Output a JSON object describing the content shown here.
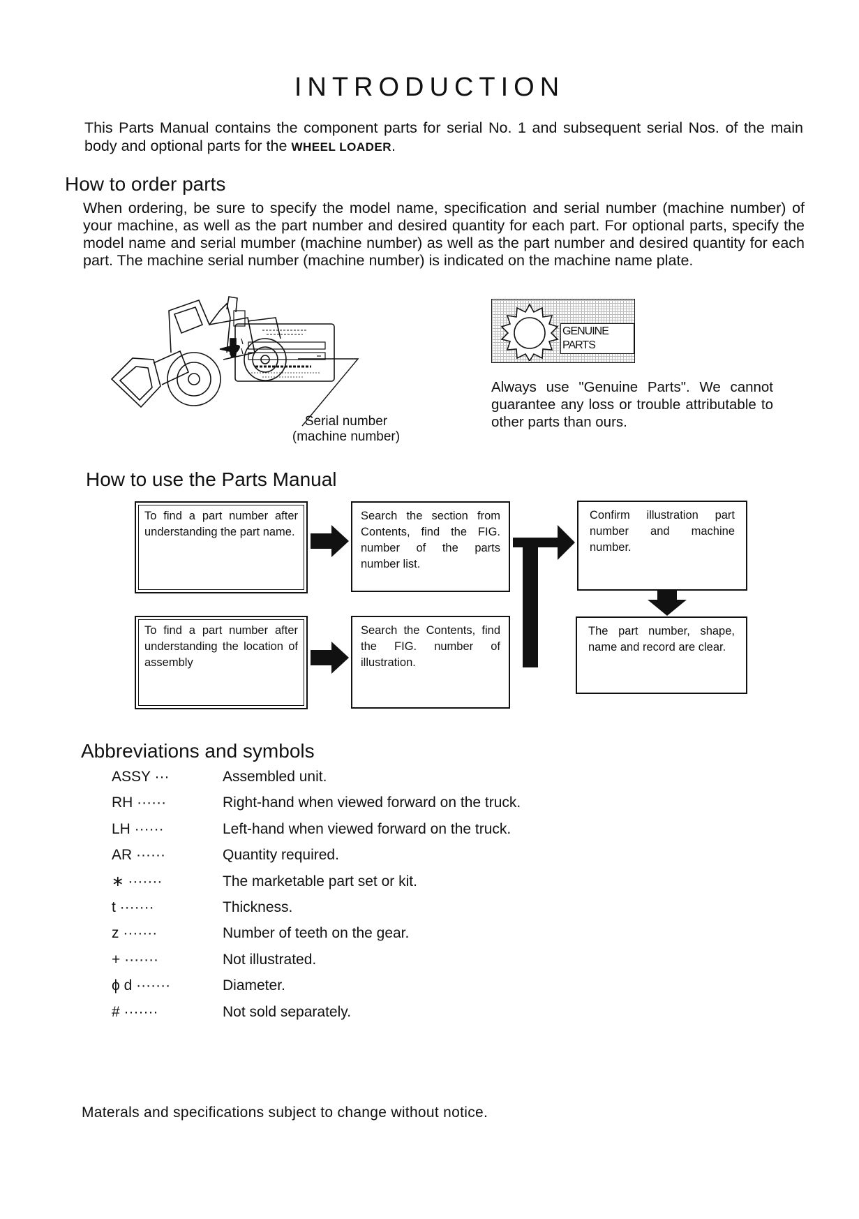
{
  "title": "INTRODUCTION",
  "intro": {
    "text": "This Parts Manual contains the component parts for serial No. 1 and subsequent serial Nos. of the main body and optional parts for the ",
    "emphasis": "WHEEL LOADER",
    "end": "."
  },
  "order": {
    "heading": "How to order parts",
    "body": "When ordering, be sure to specify the model name, specification and serial number (machine number) of your machine, as well as the part number and desired quantity for each part. For optional parts, specify the model name and serial mumber (machine number) as well as the part number and desired quantity for each part.  The machine serial number (machine number) is indicated on the machine name plate.",
    "plate_caption_line1": "Serial number",
    "plate_caption_line2": "(machine number)",
    "genuine_logo_text": "GENUINE PARTS",
    "genuine_note": "Always use \"Genuine Parts\". We cannot guarantee any loss or trouble attributable to other parts than ours."
  },
  "usage": {
    "heading": "How to use the Parts Manual",
    "box1": "To find a part number after understanding the part name.",
    "box2": "Search the section from Contents, find the FIG. number of the parts number list.",
    "box3": "Confirm illustration part number and machine number.",
    "box4": "To find a part number after understanding the location of assembly",
    "box5": "Search the Contents, find the FIG. number of illustration.",
    "box6": "The part number, shape, name and record are clear."
  },
  "abbreviations": {
    "heading": "Abbreviations and symbols",
    "items": [
      {
        "key": "ASSY ···",
        "value": "Assembled unit."
      },
      {
        "key": "RH ······",
        "value": "Right-hand when viewed forward on the truck."
      },
      {
        "key": "LH ······",
        "value": "Left-hand when viewed forward on the truck."
      },
      {
        "key": "AR ······",
        "value": "Quantity required."
      },
      {
        "key": "∗ ·······",
        "value": "The marketable part set or kit."
      },
      {
        "key": "t ·······",
        "value": "Thickness."
      },
      {
        "key": "z ·······",
        "value": "Number of teeth on the gear."
      },
      {
        "key": "+ ·······",
        "value": "Not illustrated."
      },
      {
        "key": "ϕ d ·······",
        "value": "Diameter."
      },
      {
        "key": "# ·······",
        "value": "Not sold separately."
      }
    ]
  },
  "footer": "Materals and specifications subject to change without notice.",
  "icons": {
    "loader": "wheel-loader-illustration",
    "plate": "name-plate-illustration",
    "gear": "gear-logo-icon",
    "arrow": "arrow-right-icon",
    "arrow_down": "arrow-down-icon"
  }
}
